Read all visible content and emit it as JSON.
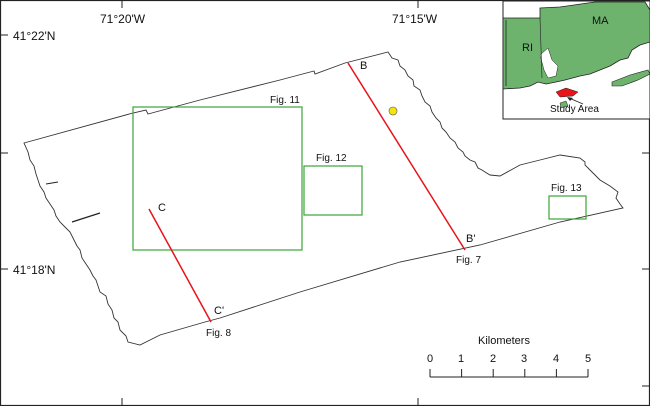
{
  "graticule": {
    "lon_labels": [
      "71°20'W",
      "71°15'W"
    ],
    "lat_labels": [
      "41°22'N",
      "41°18'N"
    ]
  },
  "profiles": [
    {
      "start": "B",
      "end": "B'",
      "figure": "Fig. 7",
      "color": "#e8141a"
    },
    {
      "start": "C",
      "end": "C'",
      "figure": "Fig. 8",
      "color": "#e8141a"
    }
  ],
  "figure_boxes": [
    {
      "label": "Fig. 11",
      "color": "#3aa53a"
    },
    {
      "label": "Fig. 12",
      "color": "#3aa53a"
    },
    {
      "label": "Fig. 13",
      "color": "#3aa53a"
    }
  ],
  "marker": {
    "color": "#f7e600"
  },
  "scale_bar": {
    "title": "Kilometers",
    "ticks": [
      "0",
      "1",
      "2",
      "3",
      "4",
      "5"
    ]
  },
  "inset": {
    "labels": {
      "ri": "RI",
      "ma": "MA",
      "study_area": "Study Area"
    },
    "land_color": "#6db36d",
    "study_area_color": "#e8141a"
  }
}
